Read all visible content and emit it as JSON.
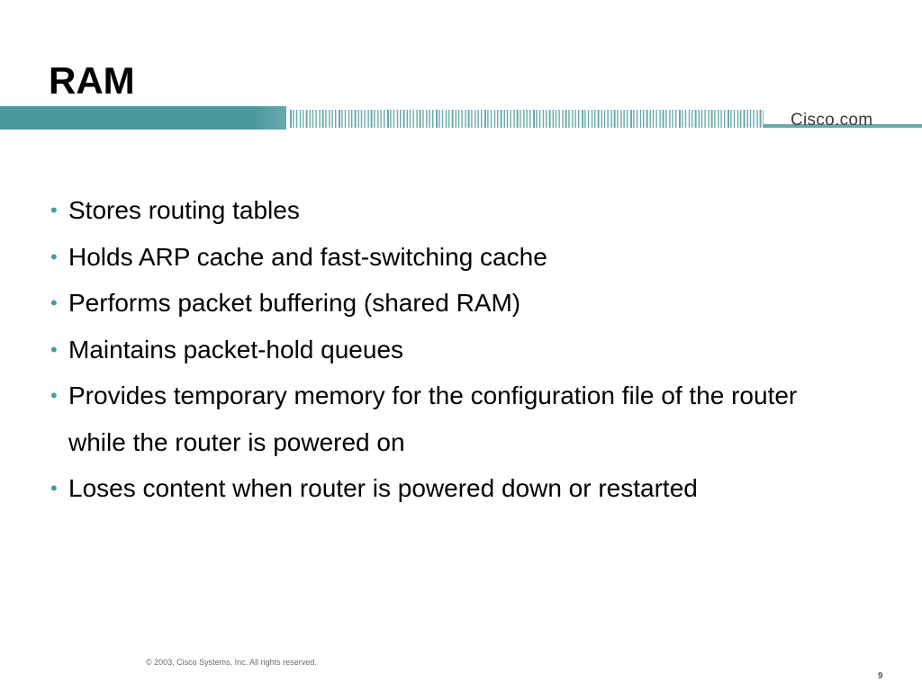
{
  "slide": {
    "title": "RAM",
    "brand": "Cisco.com",
    "bullets": [
      "Stores routing tables",
      "Holds ARP cache and fast-switching cache",
      "Performs packet buffering (shared RAM)",
      "Maintains packet-hold queues",
      "Provides temporary memory for the configuration file of the router while the router is powered on",
      "Loses content when router is powered down or restarted"
    ],
    "bullet_marker": "•",
    "footer": "© 2003, Cisco Systems, Inc. All rights reserved.",
    "page_number": "9"
  },
  "colors": {
    "accent_teal": "#4a9aa0",
    "stripe_teal": "#6aa8ac"
  }
}
